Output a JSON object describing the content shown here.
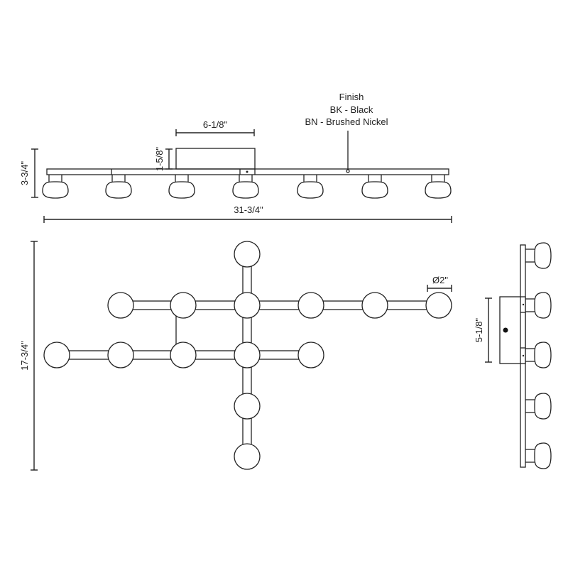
{
  "labels": {
    "finish_title": "Finish",
    "finish_bk": "BK - Black",
    "finish_bn": "BN - Brushed Nickel",
    "canopy_width": "6-1/8\"",
    "canopy_height": "1-5/8\"",
    "overall_height": "3-3/4\"",
    "overall_length": "31-3/4\"",
    "overall_depth": "17-3/4\"",
    "shade_diameter": "Ø2\"",
    "canopy_side_width": "5-1/8\""
  },
  "colors": {
    "line": "#222222"
  }
}
